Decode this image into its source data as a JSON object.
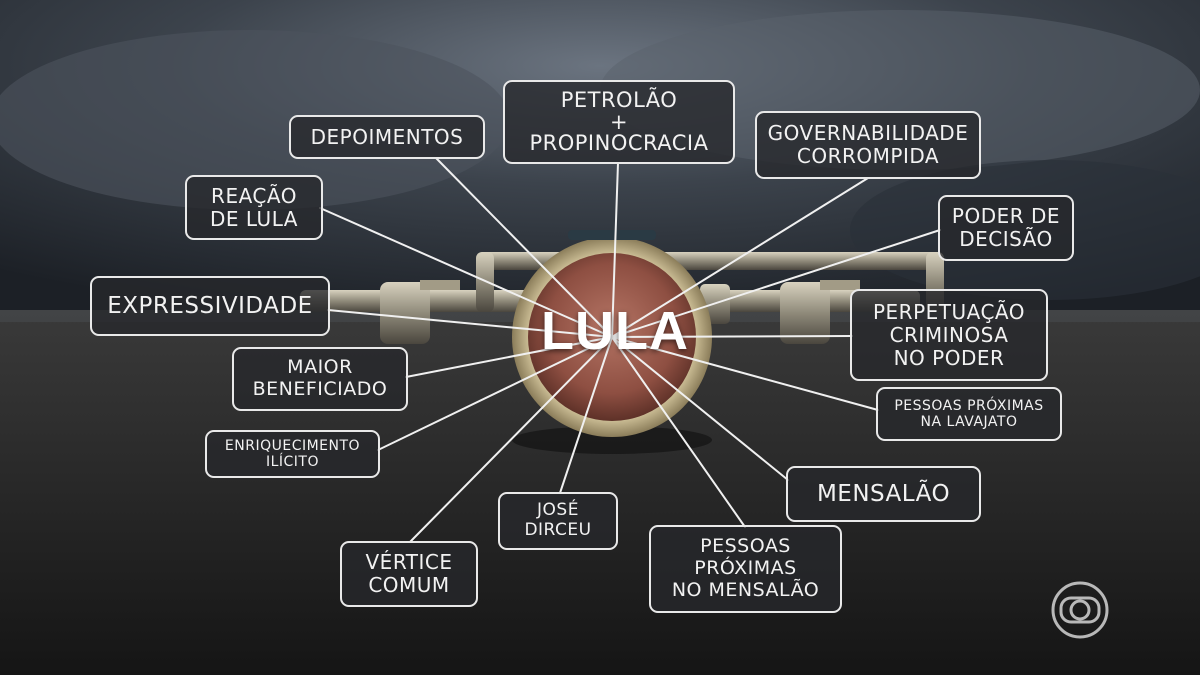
{
  "center": {
    "label": "LULA"
  },
  "nodes": [
    {
      "id": "petrolao",
      "lines": [
        "PETROLÃO",
        "+",
        "PROPINOCRACIA"
      ]
    },
    {
      "id": "depoimentos",
      "lines": [
        "DEPOIMENTOS"
      ]
    },
    {
      "id": "governabilidade",
      "lines": [
        "GOVERNABILIDADE",
        "CORROMPIDA"
      ]
    },
    {
      "id": "reacao",
      "lines": [
        "REAÇÃO",
        "DE LULA"
      ]
    },
    {
      "id": "poder-decisao",
      "lines": [
        "PODER DE",
        "DECISÃO"
      ]
    },
    {
      "id": "expressividade",
      "lines": [
        "EXPRESSIVIDADE"
      ]
    },
    {
      "id": "perpetuacao",
      "lines": [
        "PERPETUAÇÃO",
        "CRIMINOSA",
        "NO PODER"
      ]
    },
    {
      "id": "maior-beneficiado",
      "lines": [
        "MAIOR",
        "BENEFICIADO"
      ]
    },
    {
      "id": "pessoas-lavajato",
      "lines": [
        "PESSOAS PRÓXIMAS",
        "NA LAVAJATO"
      ]
    },
    {
      "id": "enriquecimento",
      "lines": [
        "ENRIQUECIMENTO",
        "ILÍCITO"
      ]
    },
    {
      "id": "mensalao",
      "lines": [
        "MENSALÃO"
      ]
    },
    {
      "id": "jose-dirceu",
      "lines": [
        "JOSÉ",
        "DIRCEU"
      ]
    },
    {
      "id": "vertice",
      "lines": [
        "VÉRTICE",
        "COMUM"
      ]
    },
    {
      "id": "pessoas-mensalao",
      "lines": [
        "PESSOAS",
        "PRÓXIMAS",
        "NO MENSALÃO"
      ]
    }
  ],
  "colors": {
    "box_border": "#e9e9e9",
    "box_fill": "#2a2c30",
    "connector": "#f0f0f0",
    "hub_copper": "#9c5a4a",
    "hub_ring": "#c9b98f"
  },
  "icons": {
    "logo": "globo-logo-icon"
  }
}
